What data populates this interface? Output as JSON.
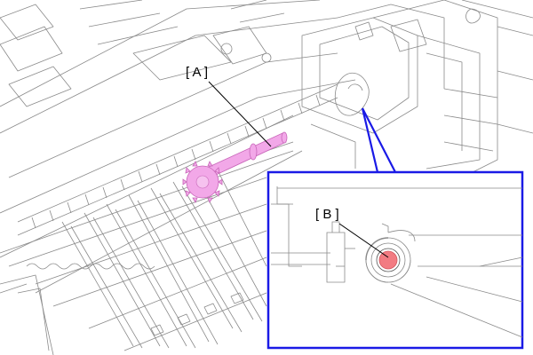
{
  "diagram": {
    "callouts": [
      {
        "id": "A",
        "text": "[ A ]"
      },
      {
        "id": "B",
        "text": "[ B ]"
      }
    ],
    "colors": {
      "line_art": "#8a8a8a",
      "highlight_part": "#f2a8e8",
      "highlight_part_stroke": "#c765b8",
      "contact_point": "#f27b82",
      "zoom_frame": "#1a1ae6",
      "leader_line": "#000000"
    }
  }
}
